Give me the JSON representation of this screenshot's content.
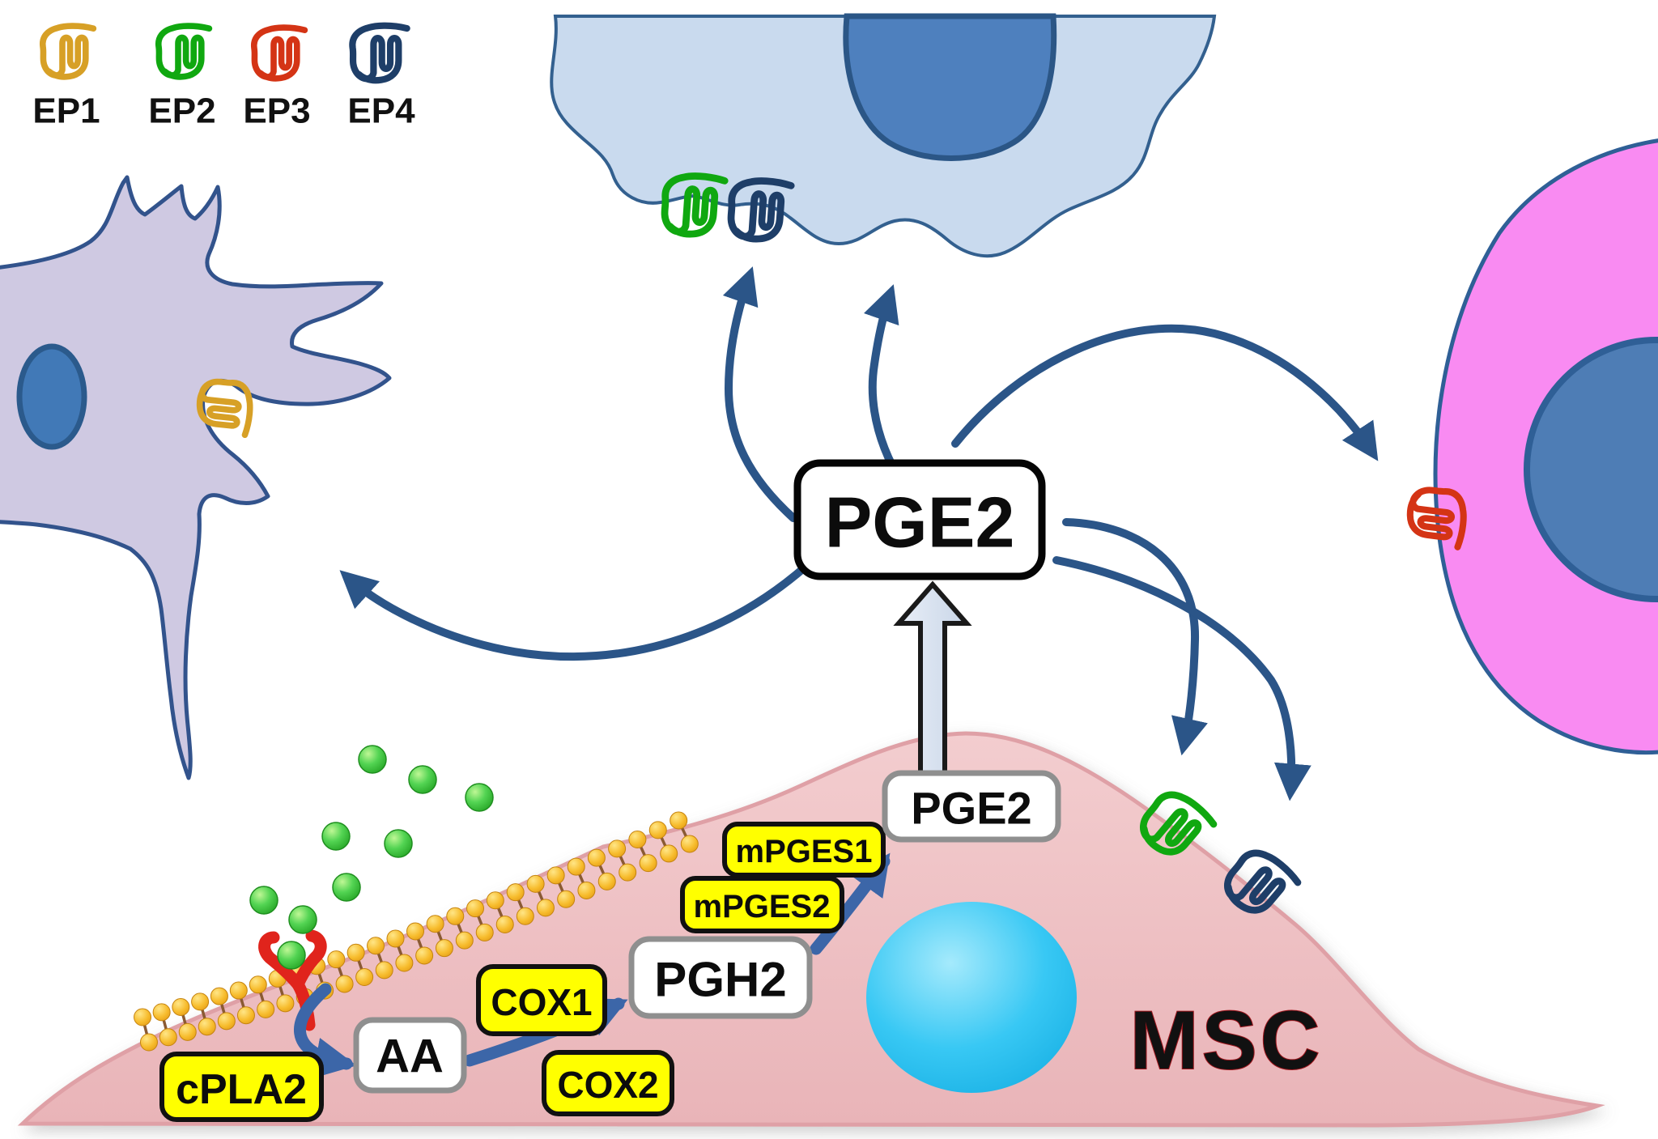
{
  "legend": {
    "items": [
      {
        "label": "EP1",
        "color": "#D7A026"
      },
      {
        "label": "EP2",
        "color": "#10A810"
      },
      {
        "label": "EP3",
        "color": "#D43415"
      },
      {
        "label": "EP4",
        "color": "#1E3E68"
      }
    ]
  },
  "mediator": {
    "pge2": "PGE2"
  },
  "msc": {
    "name": "MSC",
    "pge2_intracellular": "PGE2",
    "pathway": {
      "cpla2": "cPLA2",
      "aa": "AA",
      "cox1": "COX1",
      "cox2": "COX2",
      "pgh2": "PGH2",
      "mpges1": "mPGES1",
      "mpges2": "mPGES2"
    }
  },
  "colors": {
    "arrow": "#2B5588",
    "intracellular_arrow": "#3C66A8",
    "enzyme_box": "#FFFF00",
    "metabolite_box": "#FFFFFF",
    "msc_fill": "#EDC0C3",
    "msc_edge": "#DFA0A6",
    "msc_text": "#D6343C",
    "immune_cell_fill": "#C9DAEE",
    "dendritic_cell_fill": "#CFC9E2",
    "target_cell_fill": "#F98BF2",
    "nucleus_fill": "#4E80BE",
    "msc_nucleus": "#29C2F2",
    "membrane_head": "#F5B731",
    "ligand": "#3DC53D",
    "receptor_red": "#E0241C"
  }
}
